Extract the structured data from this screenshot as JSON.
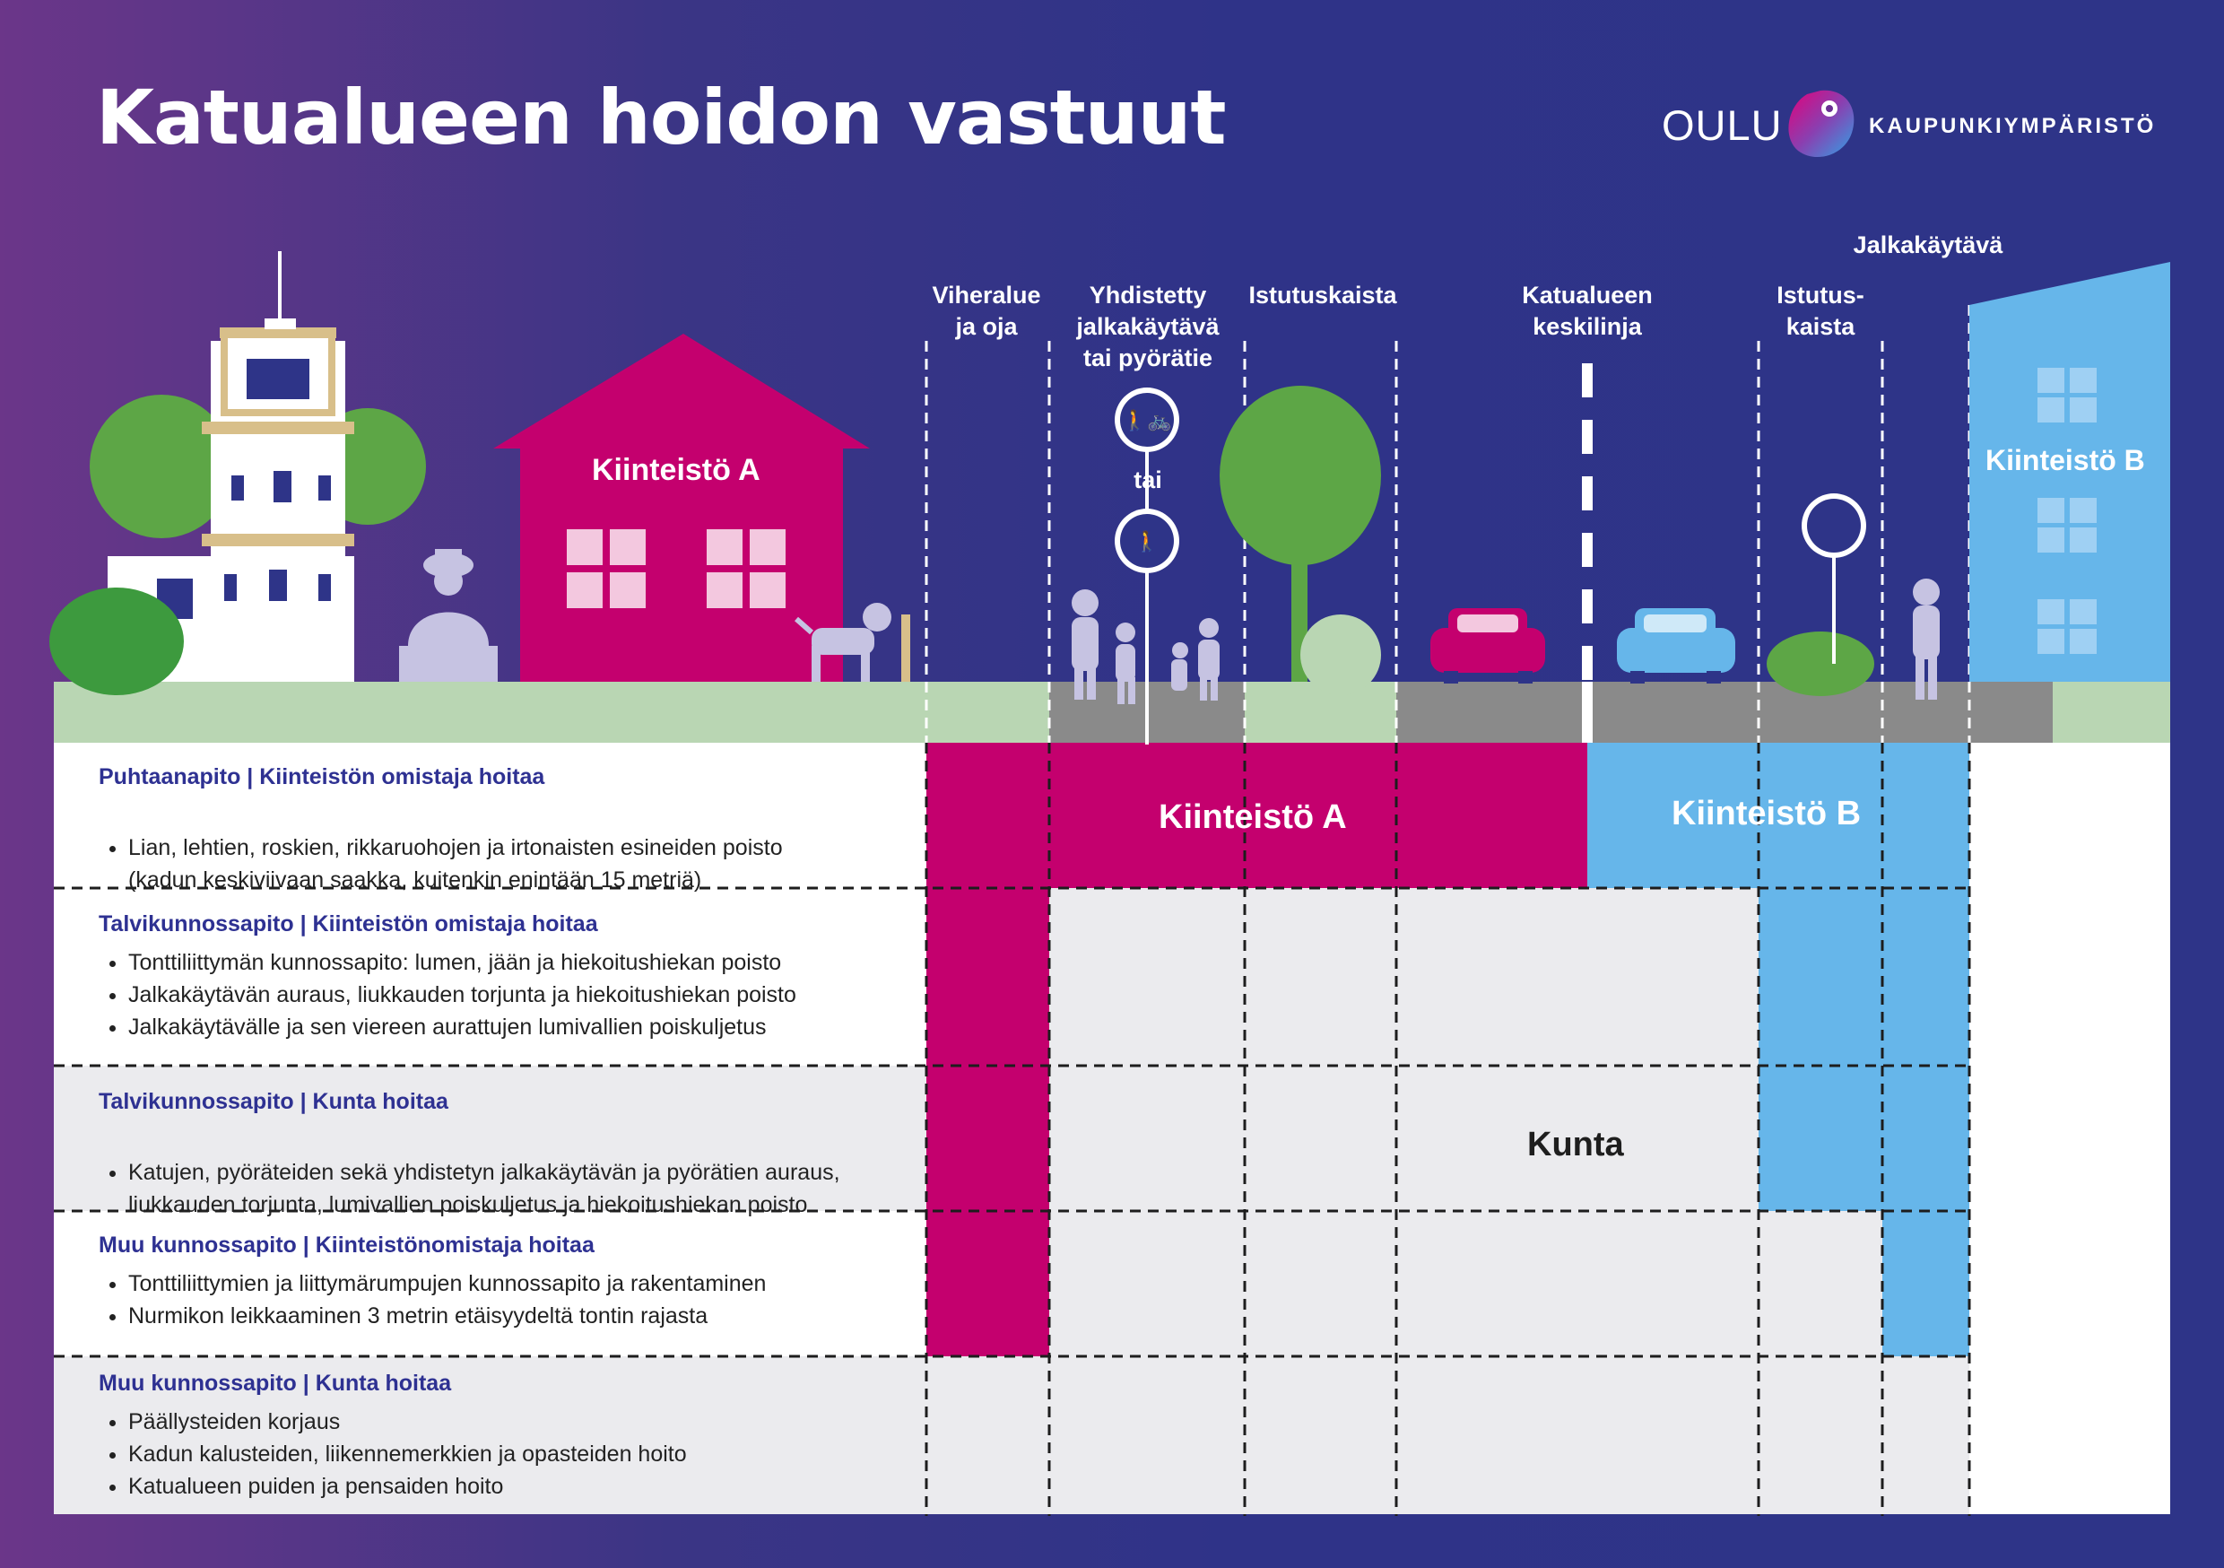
{
  "title": "Katualueen hoidon vastuut",
  "logo": {
    "name": "OULU",
    "subtitle": "KAUPUNKIYMPÄRISTÖ"
  },
  "column_headers": {
    "viheralue": [
      "Viheralue",
      "ja oja"
    ],
    "yhdistetty": [
      "Yhdistetty",
      "jalkakäytävä",
      "tai pyörätie"
    ],
    "tai": "tai",
    "istutuskaista": "Istutuskaista",
    "keskilinja": [
      "Katualueen",
      "keskilinja"
    ],
    "istutus_kaista_b": [
      "Istutus-",
      "kaista"
    ],
    "jalkakaytava": "Jalkakäytävä"
  },
  "buildings": {
    "a": "Kiinteistö A",
    "b": "Kiinteistö B"
  },
  "rows": [
    {
      "title": "Puhtaanapito  |  Kiinteistön omistaja hoitaa",
      "items": [
        "Lian, lehtien, roskien, rikkaruohojen ja irtonaisten esineiden poisto\n(kadun keskiviivaan saakka, kuitenkin enintään 15 metriä)"
      ]
    },
    {
      "title": "Talvikunnossapito  |  Kiinteistön omistaja hoitaa",
      "items": [
        "Tonttiliittymän kunnossapito: lumen, jään ja hiekoitushiekan poisto",
        "Jalkakäytävän auraus, liukkauden torjunta ja hiekoitushiekan poisto",
        "Jalkakäytävälle ja sen viereen aurattujen lumivallien poiskuljetus"
      ]
    },
    {
      "title": "Talvikunnossapito  |  Kunta hoitaa",
      "items": [
        "Katujen, pyöräteiden sekä yhdistetyn jalkakäytävän ja pyörätien auraus,\nliukkauden torjunta, lumivallien poiskuljetus  ja hiekoitushiekan poisto"
      ]
    },
    {
      "title": "Muu kunnossapito | Kiinteistönomistaja hoitaa",
      "items": [
        "Tonttiliittymien ja liittymärumpujen kunnossapito ja rakentaminen",
        "Nurmikon leikkaaminen 3 metrin etäisyydeltä tontin rajasta"
      ]
    },
    {
      "title": "Muu kunnossapito  |  Kunta hoitaa",
      "items": [
        "Päällysteiden korjaus",
        "Kadun kalusteiden, liikennemerkkien ja opasteiden hoito",
        "Katualueen puiden ja pensaiden hoito"
      ]
    }
  ],
  "area_labels": {
    "a": "Kiinteistö A",
    "b": "Kiinteistö B",
    "kunta": "Kunta"
  },
  "colors": {
    "magenta": "#c4006e",
    "light_blue": "#66b6ea",
    "grass": "#b9d6b3",
    "road": "#8b8b8b",
    "row_gray": "#ebebee",
    "text_blue": "#2e3192"
  },
  "icons": [
    "pedestrian-bicycle-sign-icon",
    "pedestrian-bicycle-shared-sign-icon",
    "pedestrian-sign-icon",
    "car-icon"
  ]
}
